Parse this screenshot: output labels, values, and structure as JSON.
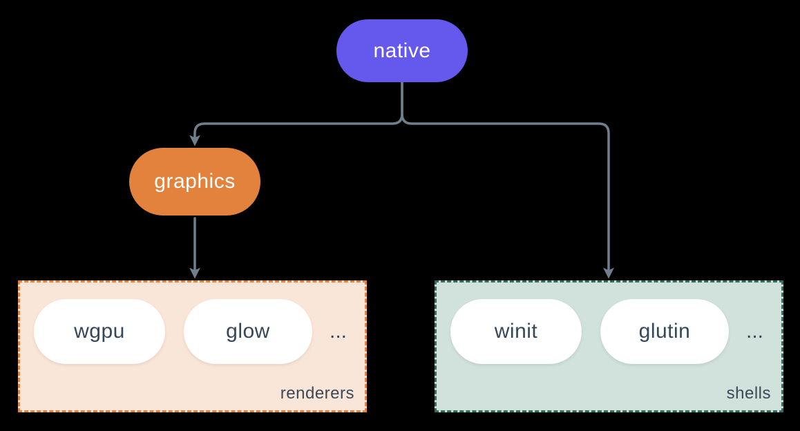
{
  "diagram": {
    "nodes": {
      "native": {
        "label": "native"
      },
      "graphics": {
        "label": "graphics"
      }
    },
    "groups": {
      "renderers": {
        "label": "renderers",
        "items": [
          "wgpu",
          "glow"
        ],
        "more": "..."
      },
      "shells": {
        "label": "shells",
        "items": [
          "winit",
          "glutin"
        ],
        "more": "..."
      }
    },
    "edges": [
      {
        "from": "native",
        "to": "graphics"
      },
      {
        "from": "native",
        "to": "shells"
      },
      {
        "from": "graphics",
        "to": "renderers"
      }
    ],
    "colors": {
      "background": "#000000",
      "native_fill": "#6459ec",
      "graphics_fill": "#e2823d",
      "renderers_fill": "#fae6d8",
      "renderers_border": "#e2823d",
      "shells_fill": "#d0e2db",
      "shells_border": "#2f6e60",
      "connector": "#6f7f8e",
      "pill_fill": "#ffffff",
      "pill_text": "#36475a",
      "node_text": "#ffffff"
    }
  }
}
